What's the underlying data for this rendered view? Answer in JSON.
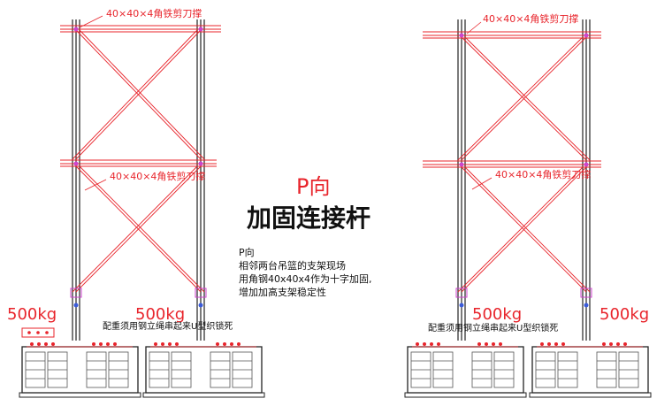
{
  "colors": {
    "red": "#e8242b",
    "ink": "#111111",
    "gray": "#8a8a8a",
    "pink": "#cc44cc",
    "blue": "#3b5bd9"
  },
  "labels": {
    "brace_top_left": "40×40×4角铁剪刀撑",
    "brace_mid_left": "40×40×4角铁剪刀撑",
    "brace_top_right": "40×40×4角铁剪刀撑",
    "brace_mid_right": "40×40×4角铁剪刀撑",
    "weight_1": "500kg",
    "weight_2": "500kg",
    "weight_3": "500kg",
    "weight_4": "500kg",
    "counterweight_note_left": "配重须用钢立绳串起来U型织锁死",
    "counterweight_note_right": "配重须用钢立绳串起来U型织锁死",
    "title_direction": "P向",
    "title_main": "加固连接杆",
    "desc_line_1": "P向",
    "desc_line_2": "相邻两台吊篮的支架现场",
    "desc_line_3": "用角钢40x40x4作为十字加固,",
    "desc_line_4": "增加加高支架稳定性"
  }
}
